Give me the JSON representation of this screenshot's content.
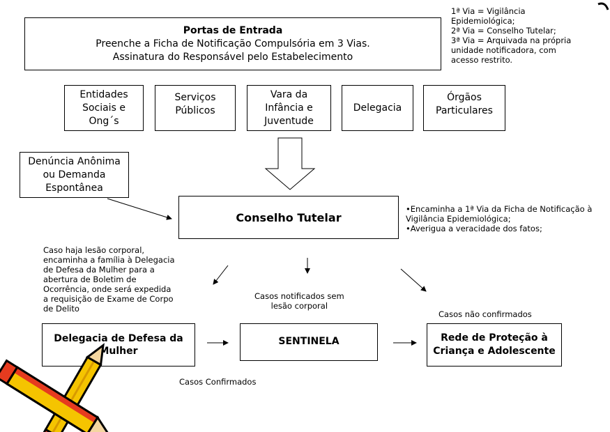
{
  "header": {
    "title": "Portas de Entrada",
    "line1": "Preenche a Ficha de Notificação Compulsória em 3 Vias.",
    "line2": "Assinatura do Responsável pelo Estabelecimento"
  },
  "vias_note": {
    "line1": "1ª Via = Vigilância",
    "line2": "Epidemiológica;",
    "line3": "2ª Via = Conselho Tutelar;",
    "line4": "3ª Via = Arquivada na própria",
    "line5": "unidade notificadora, com",
    "line6": "acesso restrito."
  },
  "entries": [
    {
      "l1": "Entidades",
      "l2": "Sociais e",
      "l3": "Ong´s"
    },
    {
      "l1": "Serviços",
      "l2": "Públicos",
      "l3": ""
    },
    {
      "l1": "Vara da",
      "l2": "Infância e",
      "l3": "Juventude"
    },
    {
      "l1": "Delegacia",
      "l2": "",
      "l3": ""
    },
    {
      "l1": "Órgãos",
      "l2": "Particulares",
      "l3": ""
    }
  ],
  "denuncia": {
    "l1": "Denúncia Anônima",
    "l2": "ou Demanda",
    "l3": "Espontânea"
  },
  "conselho": {
    "label": "Conselho Tutelar"
  },
  "conselho_note": {
    "line1": "•Encaminha a 1ª Via da Ficha de Notificação à",
    "line2": "Vigilância Epidemiológica;",
    "line3": "•Averigua a veracidade dos fatos;"
  },
  "lesao_note": {
    "line1": "Caso haja lesão corporal,",
    "line2": "encaminha a família à Delegacia",
    "line3": "de Defesa da Mulher para a",
    "line4": "abertura de Boletim de",
    "line5": "Ocorrência, onde será expedida",
    "line6": "a requisição de Exame de Corpo",
    "line7": "de Delito"
  },
  "sem_lesao_note": {
    "line1": "Casos notificados sem",
    "line2": "lesão corporal"
  },
  "nao_confirmados": "Casos não confirmados",
  "confirmados": "Casos Confirmados",
  "delegacia_mulher": {
    "l1": "Delegacia de Defesa da",
    "l2": "Mulher"
  },
  "sentinela": "SENTINELA",
  "rede": {
    "l1": "Rede de Proteção à",
    "l2": "Criança e Adolescente"
  }
}
